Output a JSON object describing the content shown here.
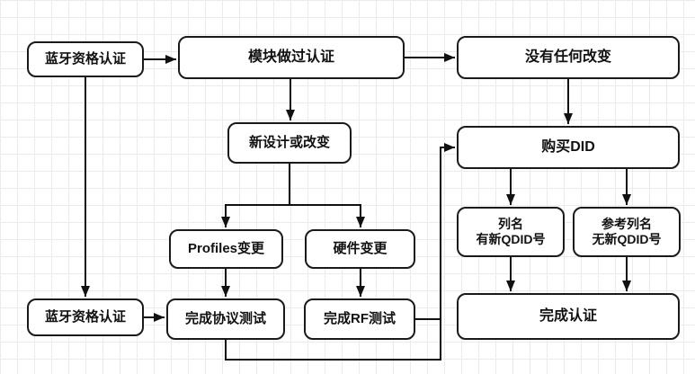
{
  "diagram": {
    "type": "flowchart",
    "nodes": {
      "bluetooth_qualification_top": "蓝牙资格认证",
      "module_certified": "模块做过认证",
      "no_change": "没有任何改变",
      "new_design_or_change": "新设计或改变",
      "buy_did": "购买DID",
      "profiles_change": "Profiles变更",
      "hardware_change": "硬件变更",
      "listing_with_new_qdid": {
        "line1": "列名",
        "line2": "有新QDID号"
      },
      "ref_listing_no_new_qdid": {
        "line1": "参考列名",
        "line2": "无新QDID号"
      },
      "bluetooth_qualification_bottom": "蓝牙资格认证",
      "complete_protocol_test": "完成协议测试",
      "complete_rf_test": "完成RF测试",
      "complete_certification": "完成认证"
    },
    "edges": [
      {
        "from": "bluetooth_qualification_top",
        "to": "module_certified"
      },
      {
        "from": "module_certified",
        "to": "no_change"
      },
      {
        "from": "module_certified",
        "to": "new_design_or_change"
      },
      {
        "from": "no_change",
        "to": "buy_did"
      },
      {
        "from": "new_design_or_change",
        "to": "profiles_change"
      },
      {
        "from": "new_design_or_change",
        "to": "hardware_change"
      },
      {
        "from": "profiles_change",
        "to": "complete_protocol_test"
      },
      {
        "from": "hardware_change",
        "to": "complete_rf_test"
      },
      {
        "from": "bluetooth_qualification_top",
        "to": "bluetooth_qualification_bottom"
      },
      {
        "from": "bluetooth_qualification_bottom",
        "to": "complete_protocol_test"
      },
      {
        "from": "complete_rf_test",
        "to": "buy_did"
      },
      {
        "from": "complete_protocol_test",
        "to": "buy_did"
      },
      {
        "from": "buy_did",
        "to": "listing_with_new_qdid"
      },
      {
        "from": "buy_did",
        "to": "ref_listing_no_new_qdid"
      },
      {
        "from": "listing_with_new_qdid",
        "to": "complete_certification"
      },
      {
        "from": "ref_listing_no_new_qdid",
        "to": "complete_certification"
      }
    ],
    "colors": {
      "node_border": "#1a1a1a",
      "node_fill": "#ffffff",
      "connector": "#111111",
      "grid_line": "#ebebeb",
      "background": "#ffffff"
    }
  }
}
